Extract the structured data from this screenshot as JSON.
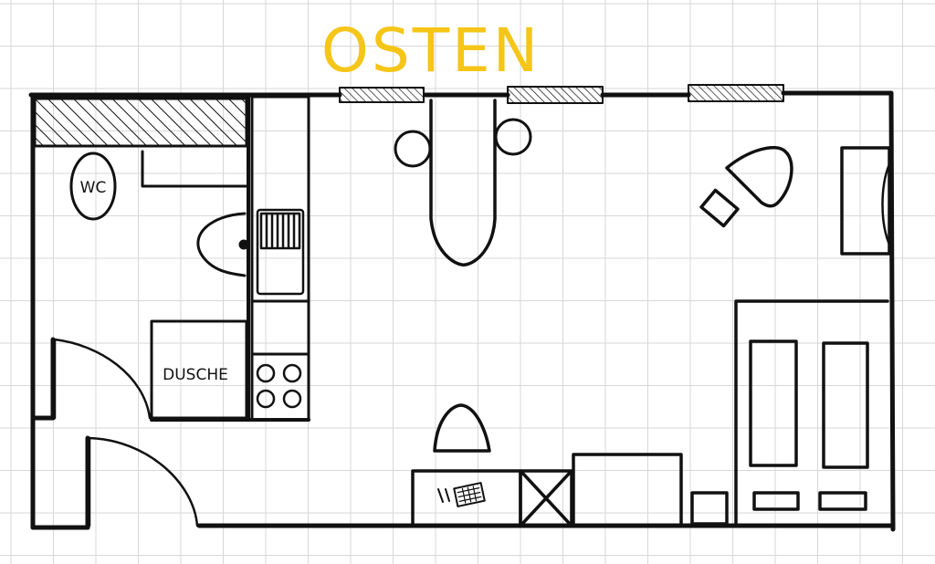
{
  "title": "OSTEN",
  "labels": {
    "wc": "WC",
    "shower": "DUSCHE"
  },
  "colors": {
    "title": "#F5C518",
    "ink": "#111111",
    "grid": "#d7d7d7",
    "background": "#ffffff"
  }
}
